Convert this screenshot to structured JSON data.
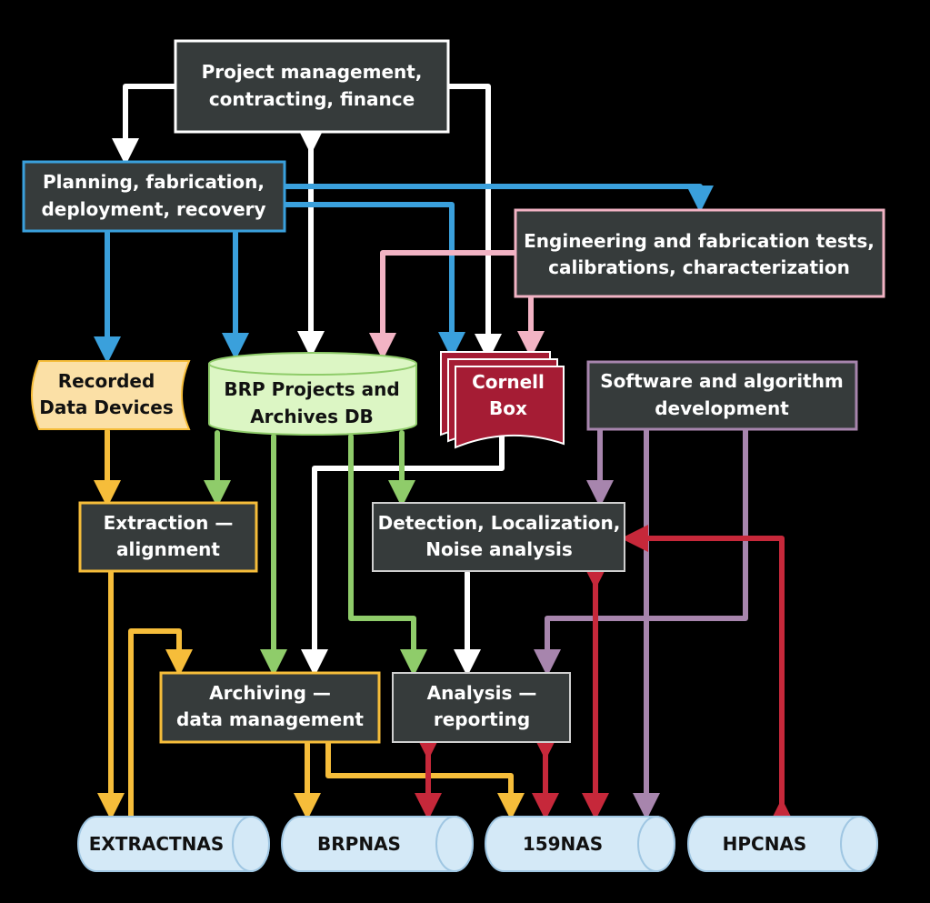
{
  "nodes": {
    "pm": {
      "lines": [
        "Project management,",
        "contracting, finance"
      ]
    },
    "planning": {
      "lines": [
        "Planning, fabrication,",
        "deployment, recovery"
      ]
    },
    "eng": {
      "lines": [
        "Engineering and fabrication tests,",
        "calibrations, characterization"
      ]
    },
    "recorded": {
      "lines": [
        "Recorded",
        "Data Devices"
      ]
    },
    "brpdb": {
      "lines": [
        "BRP Projects and",
        "Archives DB"
      ]
    },
    "cornell": {
      "lines": [
        "Cornell",
        "Box"
      ]
    },
    "software": {
      "lines": [
        "Software and algorithm",
        "development"
      ]
    },
    "extraction": {
      "lines": [
        "Extraction —",
        "alignment"
      ]
    },
    "detection": {
      "lines": [
        "Detection, Localization,",
        "Noise analysis"
      ]
    },
    "archiving": {
      "lines": [
        "Archiving —",
        "data management"
      ]
    },
    "analysis": {
      "lines": [
        "Analysis —",
        "reporting"
      ]
    },
    "extractnas": {
      "lines": [
        "EXTRACTNAS"
      ]
    },
    "brpnas": {
      "lines": [
        "BRPNAS"
      ]
    },
    "nas159": {
      "lines": [
        "159NAS"
      ]
    },
    "hpcnas": {
      "lines": [
        "HPCNAS"
      ]
    }
  },
  "colors": {
    "background": "#000000",
    "box_fill": "#363b3b",
    "white_flow": "#ffffff",
    "blue_flow": "#3aa0dc",
    "pink_flow": "#f2b3c4",
    "green_flow": "#8fcc6a",
    "yellow_flow": "#f6bd3a",
    "purple_flow": "#a785ad",
    "red_flow": "#c6283a",
    "db_fill": "#dcf6c4",
    "recorded_fill": "#fbe0a6",
    "nas_fill": "#d4e9f7",
    "cornell_fill": "#a51c34"
  }
}
